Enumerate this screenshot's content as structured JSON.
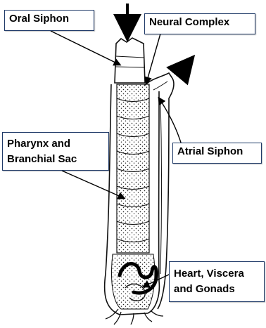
{
  "labels": {
    "oral_siphon": "Oral Siphon",
    "neural_complex": "Neural Complex",
    "atrial_siphon": "Atrial Siphon",
    "pharynx_line1": "Pharynx and",
    "pharynx_line2": "Branchial Sac",
    "heart_line1": "Heart, Viscera",
    "heart_line2": "and Gonads"
  },
  "colors": {
    "label_border": "#1f3a68",
    "outline": "#111111",
    "stipple": "#222222"
  },
  "icons": {
    "inflow": "arrow-down-icon",
    "outflow": "arrow-up-right-icon"
  }
}
